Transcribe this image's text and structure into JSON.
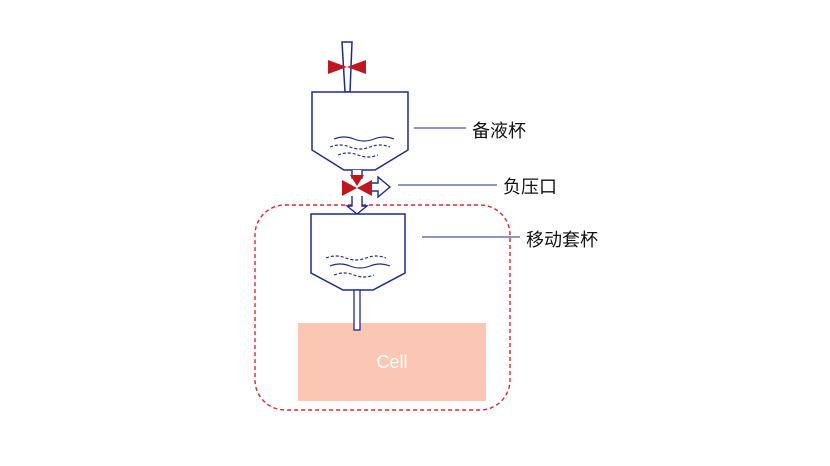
{
  "diagram": {
    "labels": {
      "reserve_cup": "备液杯",
      "negative_pressure_port": "负压口",
      "moving_sleeve_cup": "移动套杯"
    },
    "cell_label": "Cell",
    "colors": {
      "outline": "#1f2a8f",
      "valve": "#c0161d",
      "dashed_region": "#e0252b",
      "cell_fill": "#fbc6b3",
      "cell_text": "#ffffff"
    }
  }
}
